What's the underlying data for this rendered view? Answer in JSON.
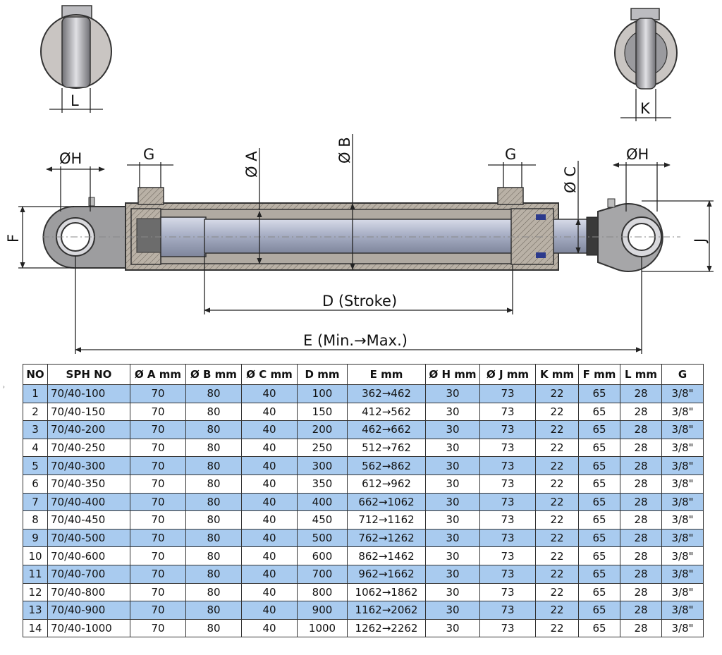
{
  "drawing": {
    "labels": {
      "L": "L",
      "K": "K",
      "F": "F",
      "J": "J",
      "H_left": "ØH",
      "H_right": "ØH",
      "G_left": "G",
      "G_right": "G",
      "A": "Ø A",
      "B": "Ø B",
      "C": "Ø C",
      "D": "D (Stroke)",
      "E": "E (Min.→Max.)"
    },
    "colors": {
      "cylinder": "#c9c9cf",
      "rod": "#a9b0c6",
      "section": "#b9b1a6",
      "seal": "#2c3a8c"
    }
  },
  "marker": "›",
  "table": {
    "headers": [
      "NO",
      "SPH NO",
      "Ø A mm",
      "Ø B mm",
      "Ø C mm",
      "D mm",
      "E mm",
      "Ø H mm",
      "Ø J mm",
      "K mm",
      "F mm",
      "L mm",
      "G"
    ],
    "rows": [
      [
        "1",
        "70/40-100",
        "70",
        "80",
        "40",
        "100",
        "362→462",
        "30",
        "73",
        "22",
        "65",
        "28",
        "3/8\""
      ],
      [
        "2",
        "70/40-150",
        "70",
        "80",
        "40",
        "150",
        "412→562",
        "30",
        "73",
        "22",
        "65",
        "28",
        "3/8\""
      ],
      [
        "3",
        "70/40-200",
        "70",
        "80",
        "40",
        "200",
        "462→662",
        "30",
        "73",
        "22",
        "65",
        "28",
        "3/8\""
      ],
      [
        "4",
        "70/40-250",
        "70",
        "80",
        "40",
        "250",
        "512→762",
        "30",
        "73",
        "22",
        "65",
        "28",
        "3/8\""
      ],
      [
        "5",
        "70/40-300",
        "70",
        "80",
        "40",
        "300",
        "562→862",
        "30",
        "73",
        "22",
        "65",
        "28",
        "3/8\""
      ],
      [
        "6",
        "70/40-350",
        "70",
        "80",
        "40",
        "350",
        "612→962",
        "30",
        "73",
        "22",
        "65",
        "28",
        "3/8\""
      ],
      [
        "7",
        "70/40-400",
        "70",
        "80",
        "40",
        "400",
        "662→1062",
        "30",
        "73",
        "22",
        "65",
        "28",
        "3/8\""
      ],
      [
        "8",
        "70/40-450",
        "70",
        "80",
        "40",
        "450",
        "712→1162",
        "30",
        "73",
        "22",
        "65",
        "28",
        "3/8\""
      ],
      [
        "9",
        "70/40-500",
        "70",
        "80",
        "40",
        "500",
        "762→1262",
        "30",
        "73",
        "22",
        "65",
        "28",
        "3/8\""
      ],
      [
        "10",
        "70/40-600",
        "70",
        "80",
        "40",
        "600",
        "862→1462",
        "30",
        "73",
        "22",
        "65",
        "28",
        "3/8\""
      ],
      [
        "11",
        "70/40-700",
        "70",
        "80",
        "40",
        "700",
        "962→1662",
        "30",
        "73",
        "22",
        "65",
        "28",
        "3/8\""
      ],
      [
        "12",
        "70/40-800",
        "70",
        "80",
        "40",
        "800",
        "1062→1862",
        "30",
        "73",
        "22",
        "65",
        "28",
        "3/8\""
      ],
      [
        "13",
        "70/40-900",
        "70",
        "80",
        "40",
        "900",
        "1162→2062",
        "30",
        "73",
        "22",
        "65",
        "28",
        "3/8\""
      ],
      [
        "14",
        "70/40-1000",
        "70",
        "80",
        "40",
        "1000",
        "1262→2262",
        "30",
        "73",
        "22",
        "65",
        "28",
        "3/8\""
      ]
    ]
  }
}
